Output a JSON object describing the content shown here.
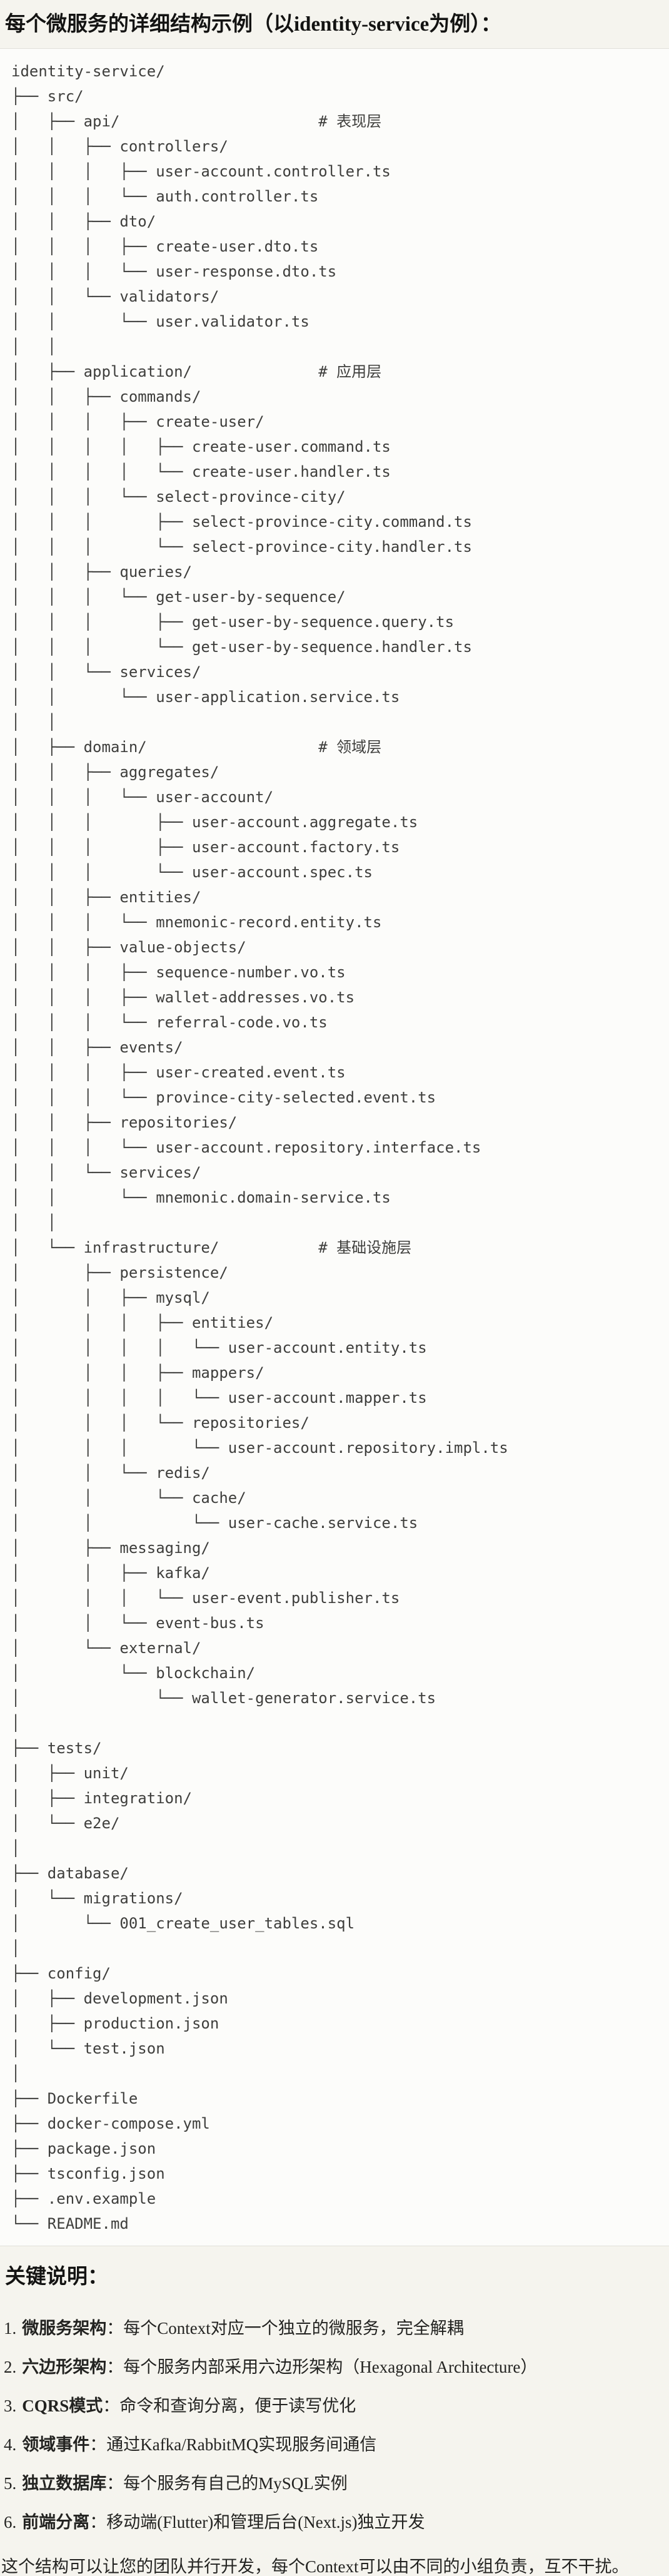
{
  "page": {
    "title": "每个微服务的详细结构示例（以identity-service为例）：",
    "colors": {
      "page_background": "#F5F4EE",
      "code_background": "#FCFCFA",
      "divider": "#E1E0DA",
      "heading_text": "#131312",
      "body_text": "#232321",
      "code_text": "#3E3E3C"
    }
  },
  "tree": {
    "lines": [
      "identity-service/",
      "├── src/",
      "│   ├── api/                      # 表现层",
      "│   │   ├── controllers/",
      "│   │   │   ├── user-account.controller.ts",
      "│   │   │   └── auth.controller.ts",
      "│   │   ├── dto/",
      "│   │   │   ├── create-user.dto.ts",
      "│   │   │   └── user-response.dto.ts",
      "│   │   └── validators/",
      "│   │       └── user.validator.ts",
      "│   │",
      "│   ├── application/              # 应用层",
      "│   │   ├── commands/",
      "│   │   │   ├── create-user/",
      "│   │   │   │   ├── create-user.command.ts",
      "│   │   │   │   └── create-user.handler.ts",
      "│   │   │   └── select-province-city/",
      "│   │   │       ├── select-province-city.command.ts",
      "│   │   │       └── select-province-city.handler.ts",
      "│   │   ├── queries/",
      "│   │   │   └── get-user-by-sequence/",
      "│   │   │       ├── get-user-by-sequence.query.ts",
      "│   │   │       └── get-user-by-sequence.handler.ts",
      "│   │   └── services/",
      "│   │       └── user-application.service.ts",
      "│   │",
      "│   ├── domain/                   # 领域层",
      "│   │   ├── aggregates/",
      "│   │   │   └── user-account/",
      "│   │   │       ├── user-account.aggregate.ts",
      "│   │   │       ├── user-account.factory.ts",
      "│   │   │       └── user-account.spec.ts",
      "│   │   ├── entities/",
      "│   │   │   └── mnemonic-record.entity.ts",
      "│   │   ├── value-objects/",
      "│   │   │   ├── sequence-number.vo.ts",
      "│   │   │   ├── wallet-addresses.vo.ts",
      "│   │   │   └── referral-code.vo.ts",
      "│   │   ├── events/",
      "│   │   │   ├── user-created.event.ts",
      "│   │   │   └── province-city-selected.event.ts",
      "│   │   ├── repositories/",
      "│   │   │   └── user-account.repository.interface.ts",
      "│   │   └── services/",
      "│   │       └── mnemonic.domain-service.ts",
      "│   │",
      "│   └── infrastructure/           # 基础设施层",
      "│       ├── persistence/",
      "│       │   ├── mysql/",
      "│       │   │   ├── entities/",
      "│       │   │   │   └── user-account.entity.ts",
      "│       │   │   ├── mappers/",
      "│       │   │   │   └── user-account.mapper.ts",
      "│       │   │   └── repositories/",
      "│       │   │       └── user-account.repository.impl.ts",
      "│       │   └── redis/",
      "│       │       └── cache/",
      "│       │           └── user-cache.service.ts",
      "│       ├── messaging/",
      "│       │   ├── kafka/",
      "│       │   │   └── user-event.publisher.ts",
      "│       │   └── event-bus.ts",
      "│       └── external/",
      "│           └── blockchain/",
      "│               └── wallet-generator.service.ts",
      "│",
      "├── tests/",
      "│   ├── unit/",
      "│   ├── integration/",
      "│   └── e2e/",
      "│",
      "├── database/",
      "│   └── migrations/",
      "│       └── 001_create_user_tables.sql",
      "│",
      "├── config/",
      "│   ├── development.json",
      "│   ├── production.json",
      "│   └── test.json",
      "│",
      "├── Dockerfile",
      "├── docker-compose.yml",
      "├── package.json",
      "├── tsconfig.json",
      "├── .env.example",
      "└── README.md"
    ]
  },
  "notes": {
    "heading": "关键说明：",
    "colon": "：",
    "items": [
      {
        "num": "1.",
        "term": "微服务架构",
        "text": "每个Context对应一个独立的微服务，完全解耦"
      },
      {
        "num": "2.",
        "term": "六边形架构",
        "text": "每个服务内部采用六边形架构（Hexagonal Architecture）"
      },
      {
        "num": "3.",
        "term": "CQRS模式",
        "text": "命令和查询分离，便于读写优化"
      },
      {
        "num": "4.",
        "term": "领域事件",
        "text": "通过Kafka/RabbitMQ实现服务间通信"
      },
      {
        "num": "5.",
        "term": "独立数据库",
        "text": "每个服务有自己的MySQL实例"
      },
      {
        "num": "6.",
        "term": "前端分离",
        "text": "移动端(Flutter)和管理后台(Next.js)独立开发"
      }
    ],
    "closing": "这个结构可以让您的团队并行开发，每个Context可以由不同的小组负责，互不干扰。"
  }
}
